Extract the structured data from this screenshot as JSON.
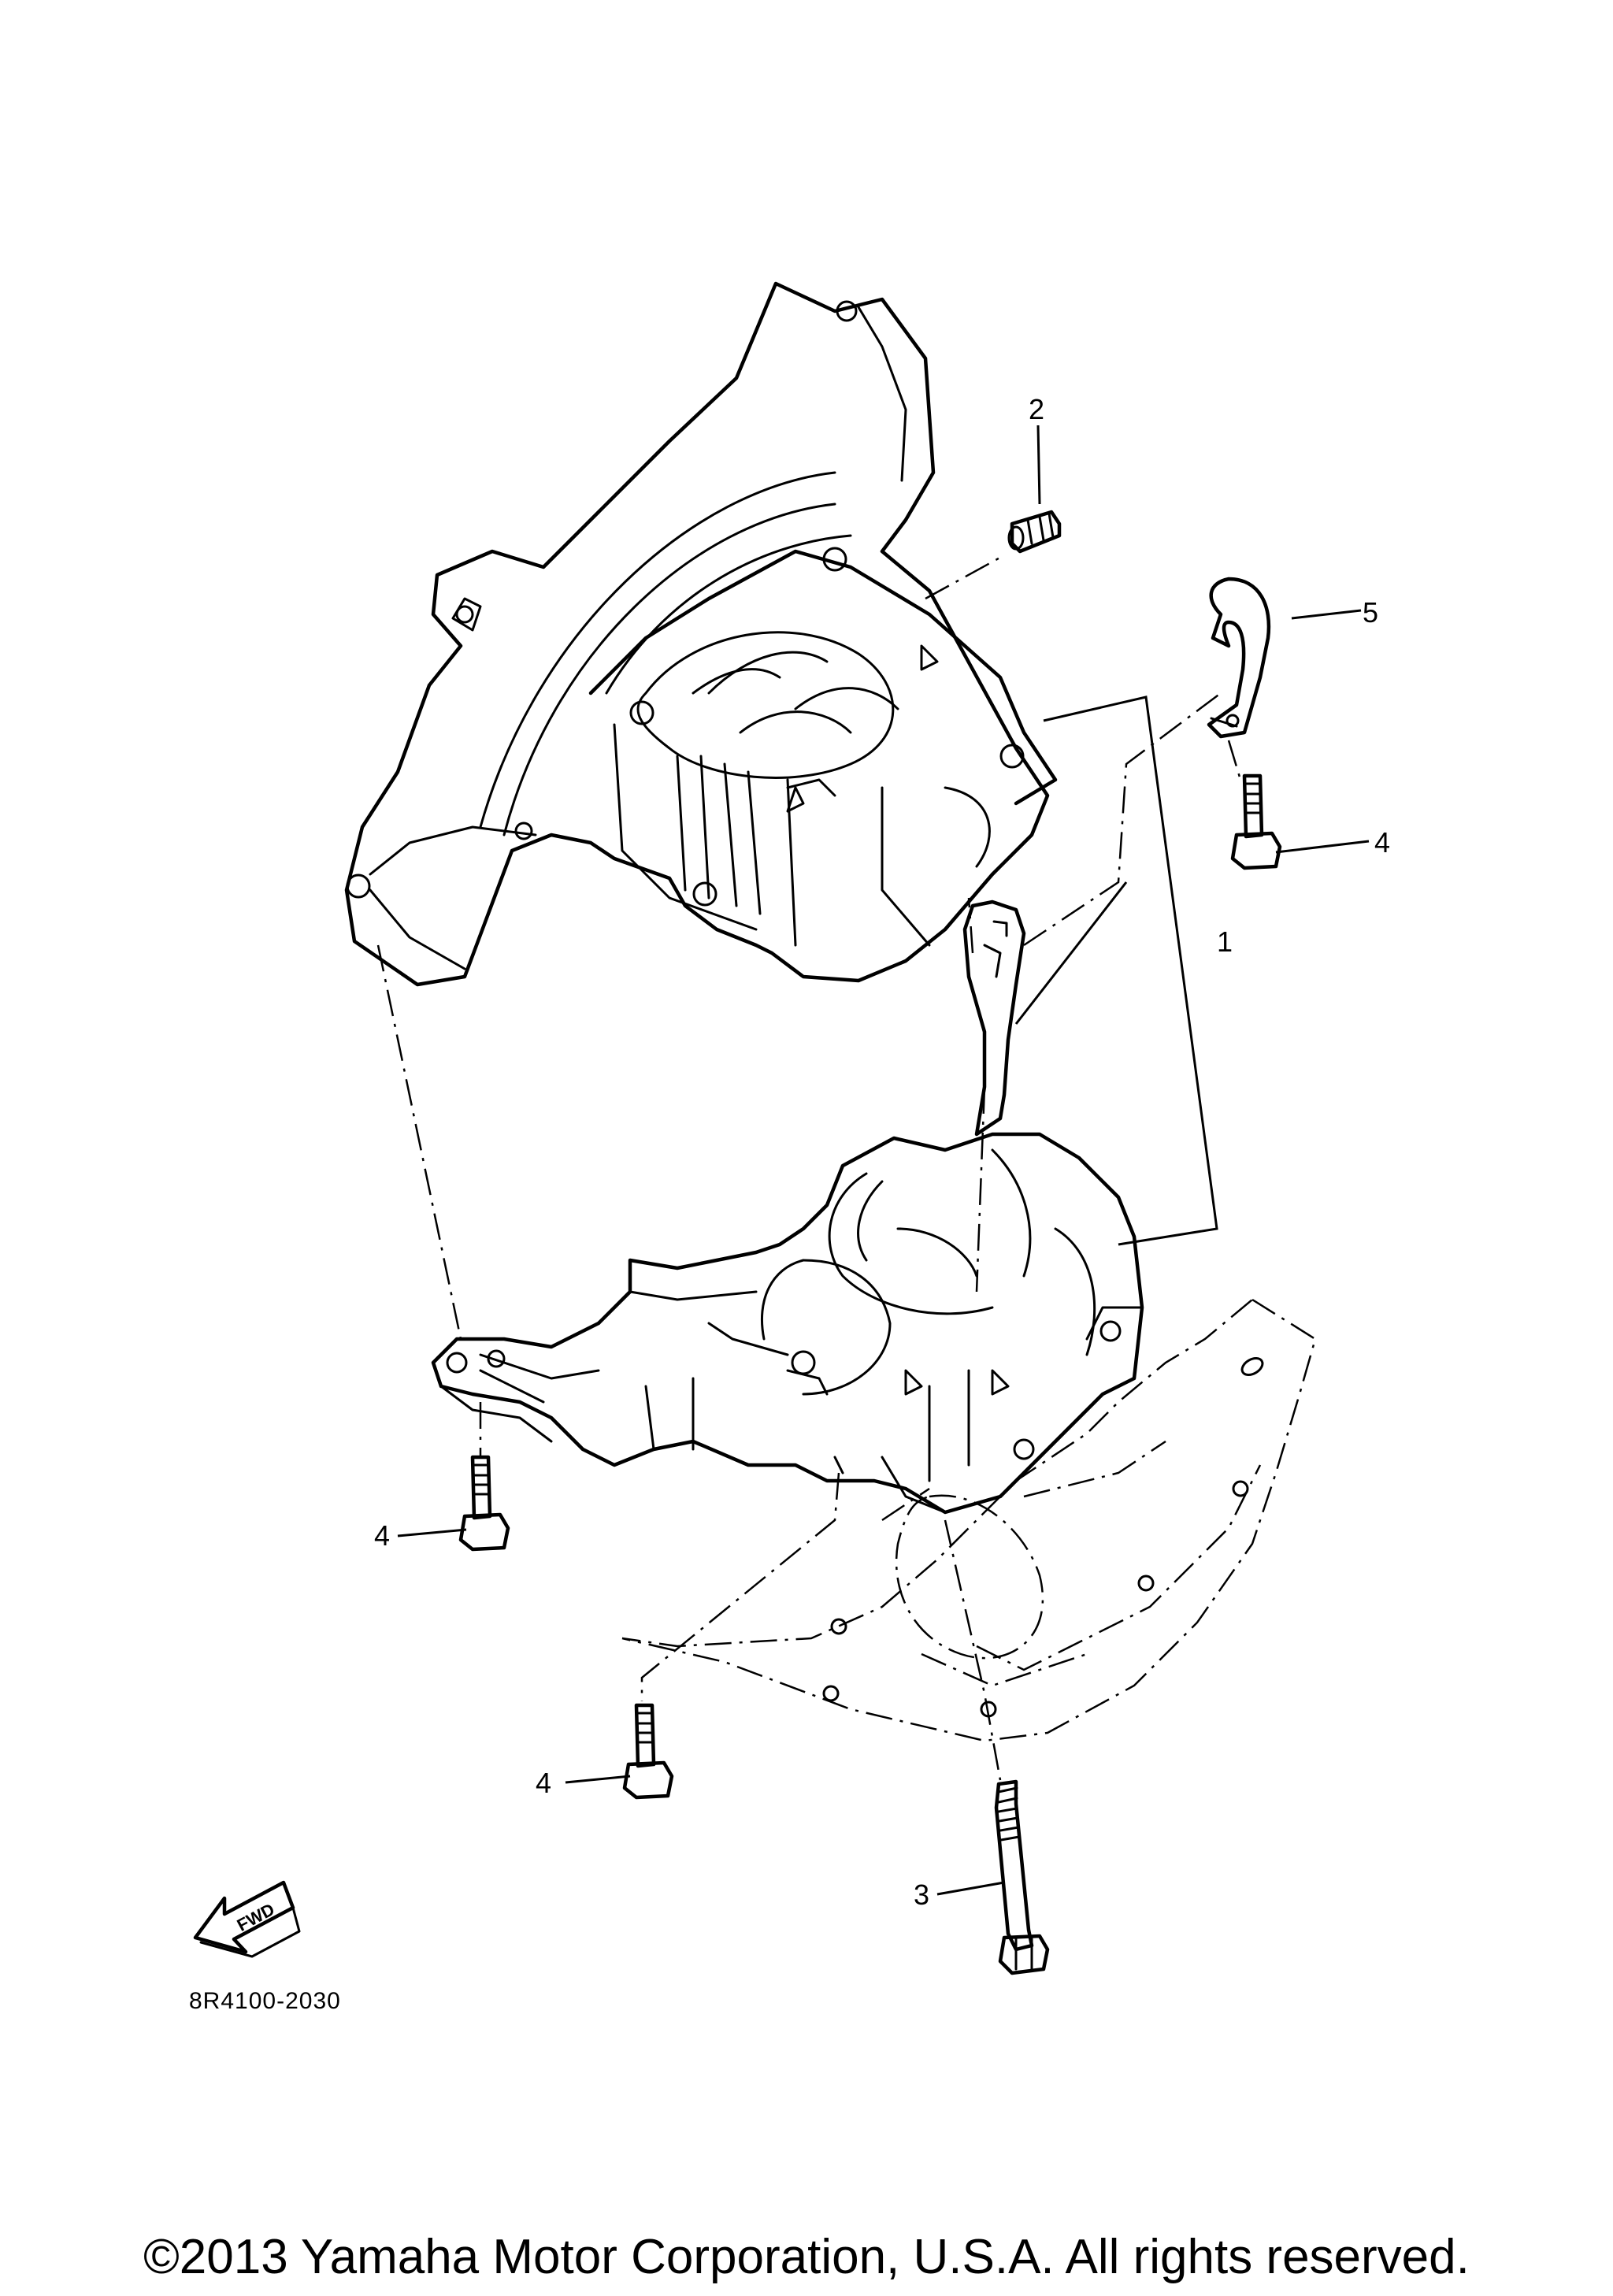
{
  "callouts": {
    "part_1": "1",
    "part_2": "2",
    "part_3": "3",
    "part_4_a": "4",
    "part_4_b": "4",
    "part_4_c": "4",
    "part_5": "5"
  },
  "direction_label": "FWD",
  "diagram_code": "8R4100-2030",
  "copyright": "©2013 Yamaha Motor Corporation, U.S.A. All rights reserved."
}
